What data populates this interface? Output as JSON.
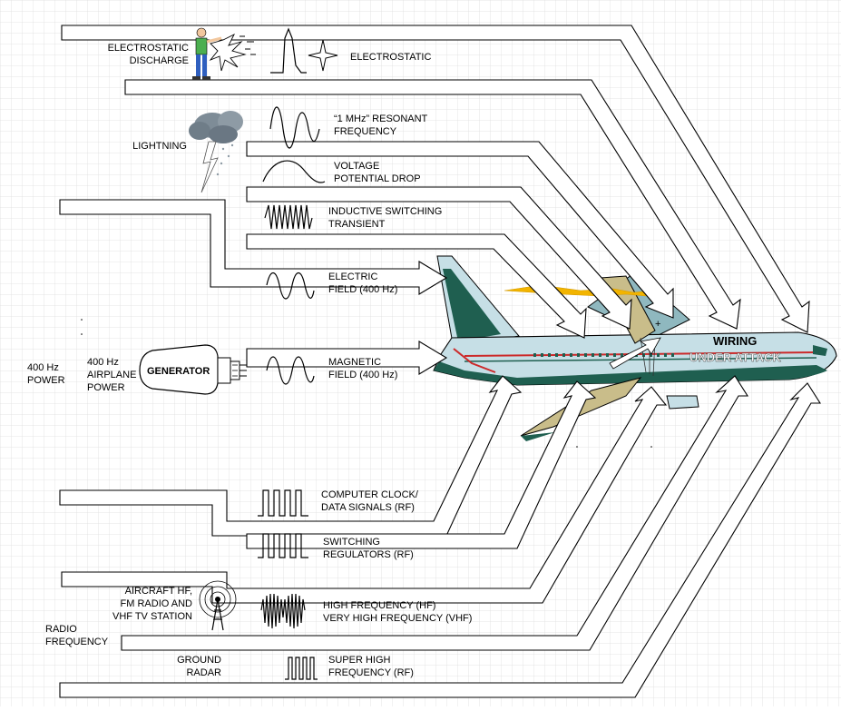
{
  "sources": {
    "electrostatic_discharge": [
      "ELECTROSTATIC",
      "DISCHARGE"
    ],
    "lightning": "LIGHTNING",
    "generator": "GENERATOR",
    "airplane_power": [
      "400 Hz",
      "AIRPLANE",
      "POWER"
    ],
    "power_400hz": [
      "400 Hz",
      "POWER"
    ],
    "aircraft_radio": [
      "AIRCRAFT HF,",
      "FM RADIO AND",
      "VHF TV STATION"
    ],
    "radio_frequency": [
      "RADIO",
      "FREQUENCY"
    ],
    "ground_radar": [
      "GROUND",
      "RADAR"
    ]
  },
  "signals": {
    "electrostatic": [
      "ELECTROSTATIC"
    ],
    "resonant": [
      "“1 MHz” RESONANT",
      "FREQUENCY"
    ],
    "voltage_drop": [
      "VOLTAGE",
      "POTENTIAL DROP"
    ],
    "inductive": [
      "INDUCTIVE SWITCHING",
      "TRANSIENT"
    ],
    "electric_field": [
      "ELECTRIC",
      "FIELD (400 Hz)"
    ],
    "magnetic_field": [
      "MAGNETIC",
      "FIELD (400 Hz)"
    ],
    "computer_clock": [
      "COMPUTER CLOCK/",
      "DATA SIGNALS (RF)"
    ],
    "switching_regulators": [
      "SWITCHING",
      "REGULATORS (RF)"
    ],
    "hf_vhf": [
      "HIGH FREQUENCY (HF)",
      "VERY HIGH FREQUENCY (VHF)"
    ],
    "super_high": [
      "SUPER HIGH",
      "FREQUENCY (RF)"
    ]
  },
  "airplane": {
    "wiring": "WIRING",
    "under_attack": "UNDER ATTACK",
    "plus_sign": "+"
  },
  "colors": {
    "fuselage": "#c6dfe6",
    "tail_dark": "#1f5f50",
    "stripe_red": "#cc2a2a",
    "wing_tan": "#c9bd8a",
    "lightning_bolt": "#f2b400",
    "cloud": "#7e8c97",
    "person_shirt": "#4caf50",
    "person_pants": "#2f5fbf"
  },
  "icons": [
    "person-icon",
    "spark-icon",
    "storm-cloud-icon",
    "lightning-bolt-icon",
    "antenna-tower-icon",
    "generator-icon",
    "airplane-icon"
  ]
}
